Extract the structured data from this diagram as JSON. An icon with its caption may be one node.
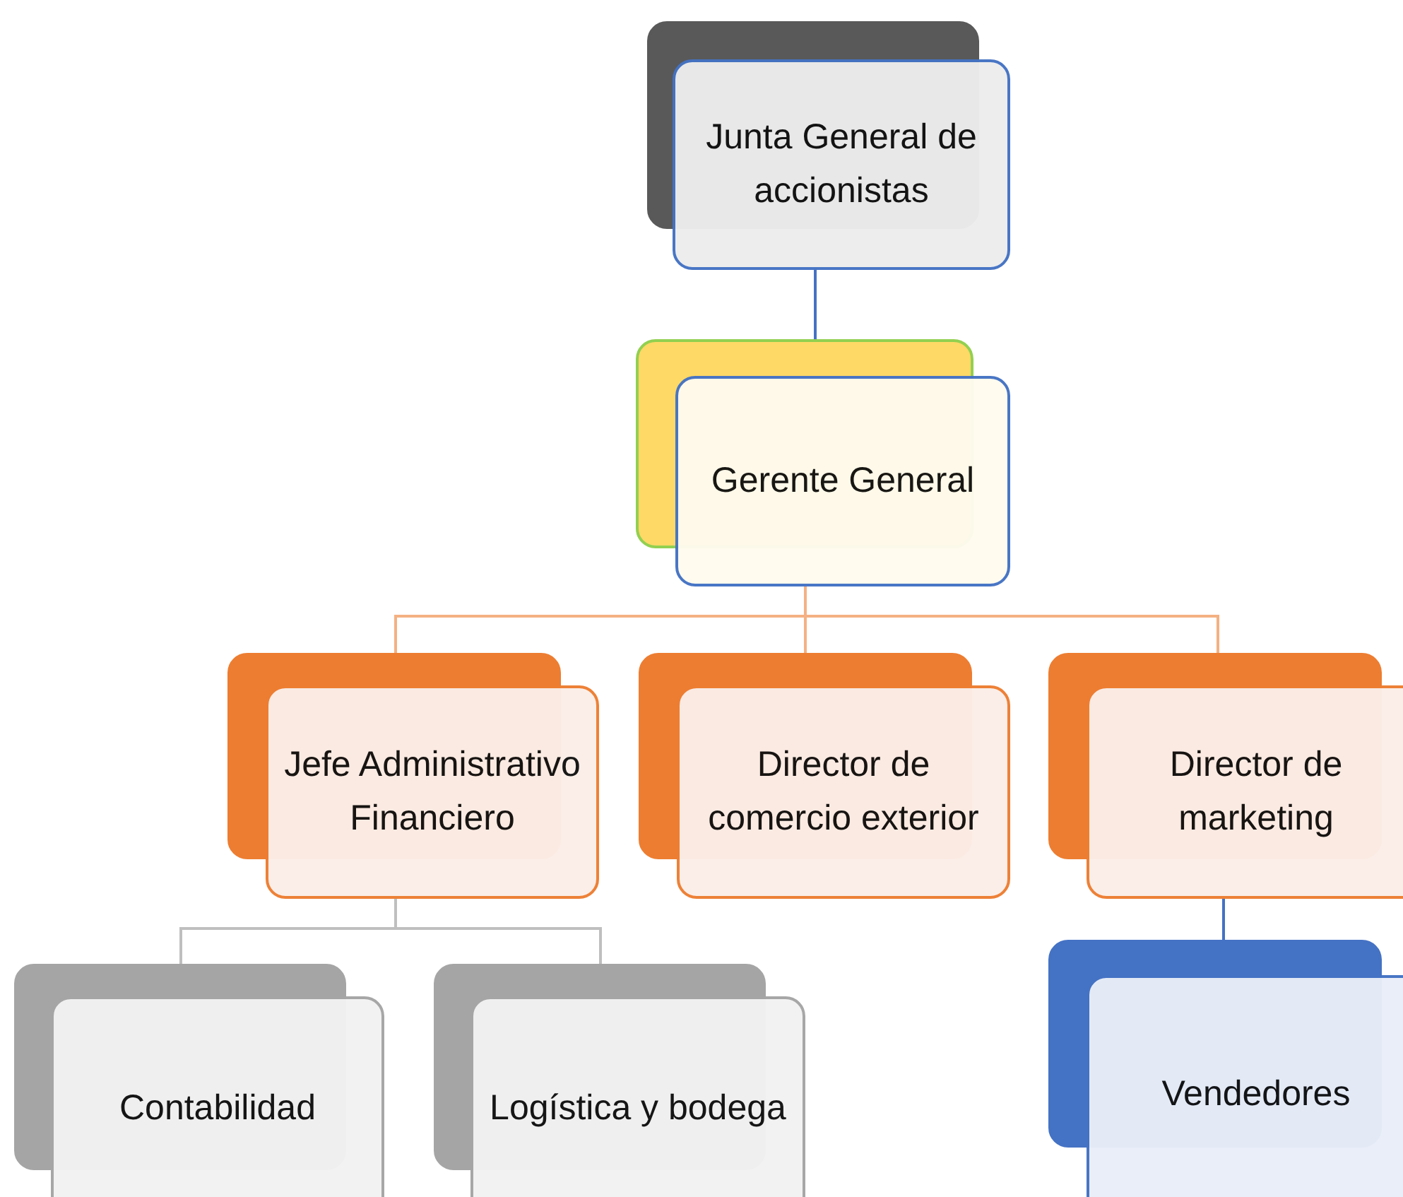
{
  "diagram": {
    "nodes": [
      {
        "text": [
          "Junta General de accionistas"
        ]
      },
      {
        "text": [
          "Gerente General"
        ]
      },
      {
        "text": [
          "Jefe Administrativo Financiero"
        ]
      },
      {
        "text": [
          "Director de comercio exterior"
        ]
      },
      {
        "text": [
          "Director de marketing"
        ]
      },
      {
        "text": [
          "Contabilidad"
        ]
      },
      {
        "text": [
          "Logística y bodega"
        ]
      },
      {
        "text": [
          "Vendedores"
        ]
      }
    ],
    "edges": [
      {
        "from": 0,
        "to": 1,
        "arrow": "none",
        "color": "#4472c4"
      },
      {
        "from": 1,
        "to": 2,
        "arrow": "none"
      },
      {
        "from": 1,
        "to": 3,
        "arrow": "none"
      },
      {
        "from": 1,
        "to": 4,
        "arrow": "none"
      },
      {
        "from": 2,
        "to": 5,
        "arrow": "none",
        "color": "#bfbfbf"
      },
      {
        "from": 2,
        "to": 6,
        "arrow": "none",
        "color": "#bfbfbf"
      },
      {
        "from": 4,
        "to": 7,
        "arrow": "none",
        "color": "#4472c4"
      }
    ]
  }
}
